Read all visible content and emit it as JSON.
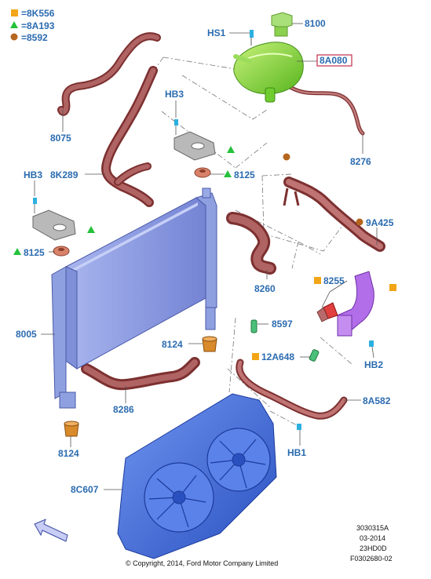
{
  "legend": [
    {
      "symbol": "square",
      "label": "=8K556"
    },
    {
      "symbol": "triangle",
      "label": "=8A193"
    },
    {
      "symbol": "circle",
      "label": "=8592"
    }
  ],
  "colors": {
    "label": "#2a6bb0",
    "square": "#f2a516",
    "triangle": "#24c23a",
    "circle": "#b5651d",
    "hose": "#9c4646",
    "radiator": "#8f9fe6",
    "fan": "#3f6ee0",
    "reservoir": "#8be03e",
    "bracket": "#9a9a9a",
    "housing": "#b26ee8"
  },
  "parts": {
    "hs1": "HS1",
    "p8100": "8100",
    "p8a080": "8A080",
    "p8075": "8075",
    "hb3_top": "HB3",
    "p8276": "8276",
    "hb3_left": "HB3",
    "p8k289": "8K289",
    "p8125_right": "8125",
    "p9a425": "9A425",
    "p8125_left": "8125",
    "p8260": "8260",
    "p8255": "8255",
    "p8005": "8005",
    "p8597": "8597",
    "p8124_mid": "8124",
    "p12a648": "12A648",
    "hb2": "HB2",
    "p8286": "8286",
    "p8a582": "8A582",
    "p8124_bottom": "8124",
    "hb1": "HB1",
    "p8c607": "8C607"
  },
  "footer": {
    "copyright": "© Copyright, 2014, Ford Motor Company Limited",
    "code1": "3030315A",
    "code2": "03-2014",
    "code3": "23HD0D",
    "code4": "F0302680-02"
  }
}
